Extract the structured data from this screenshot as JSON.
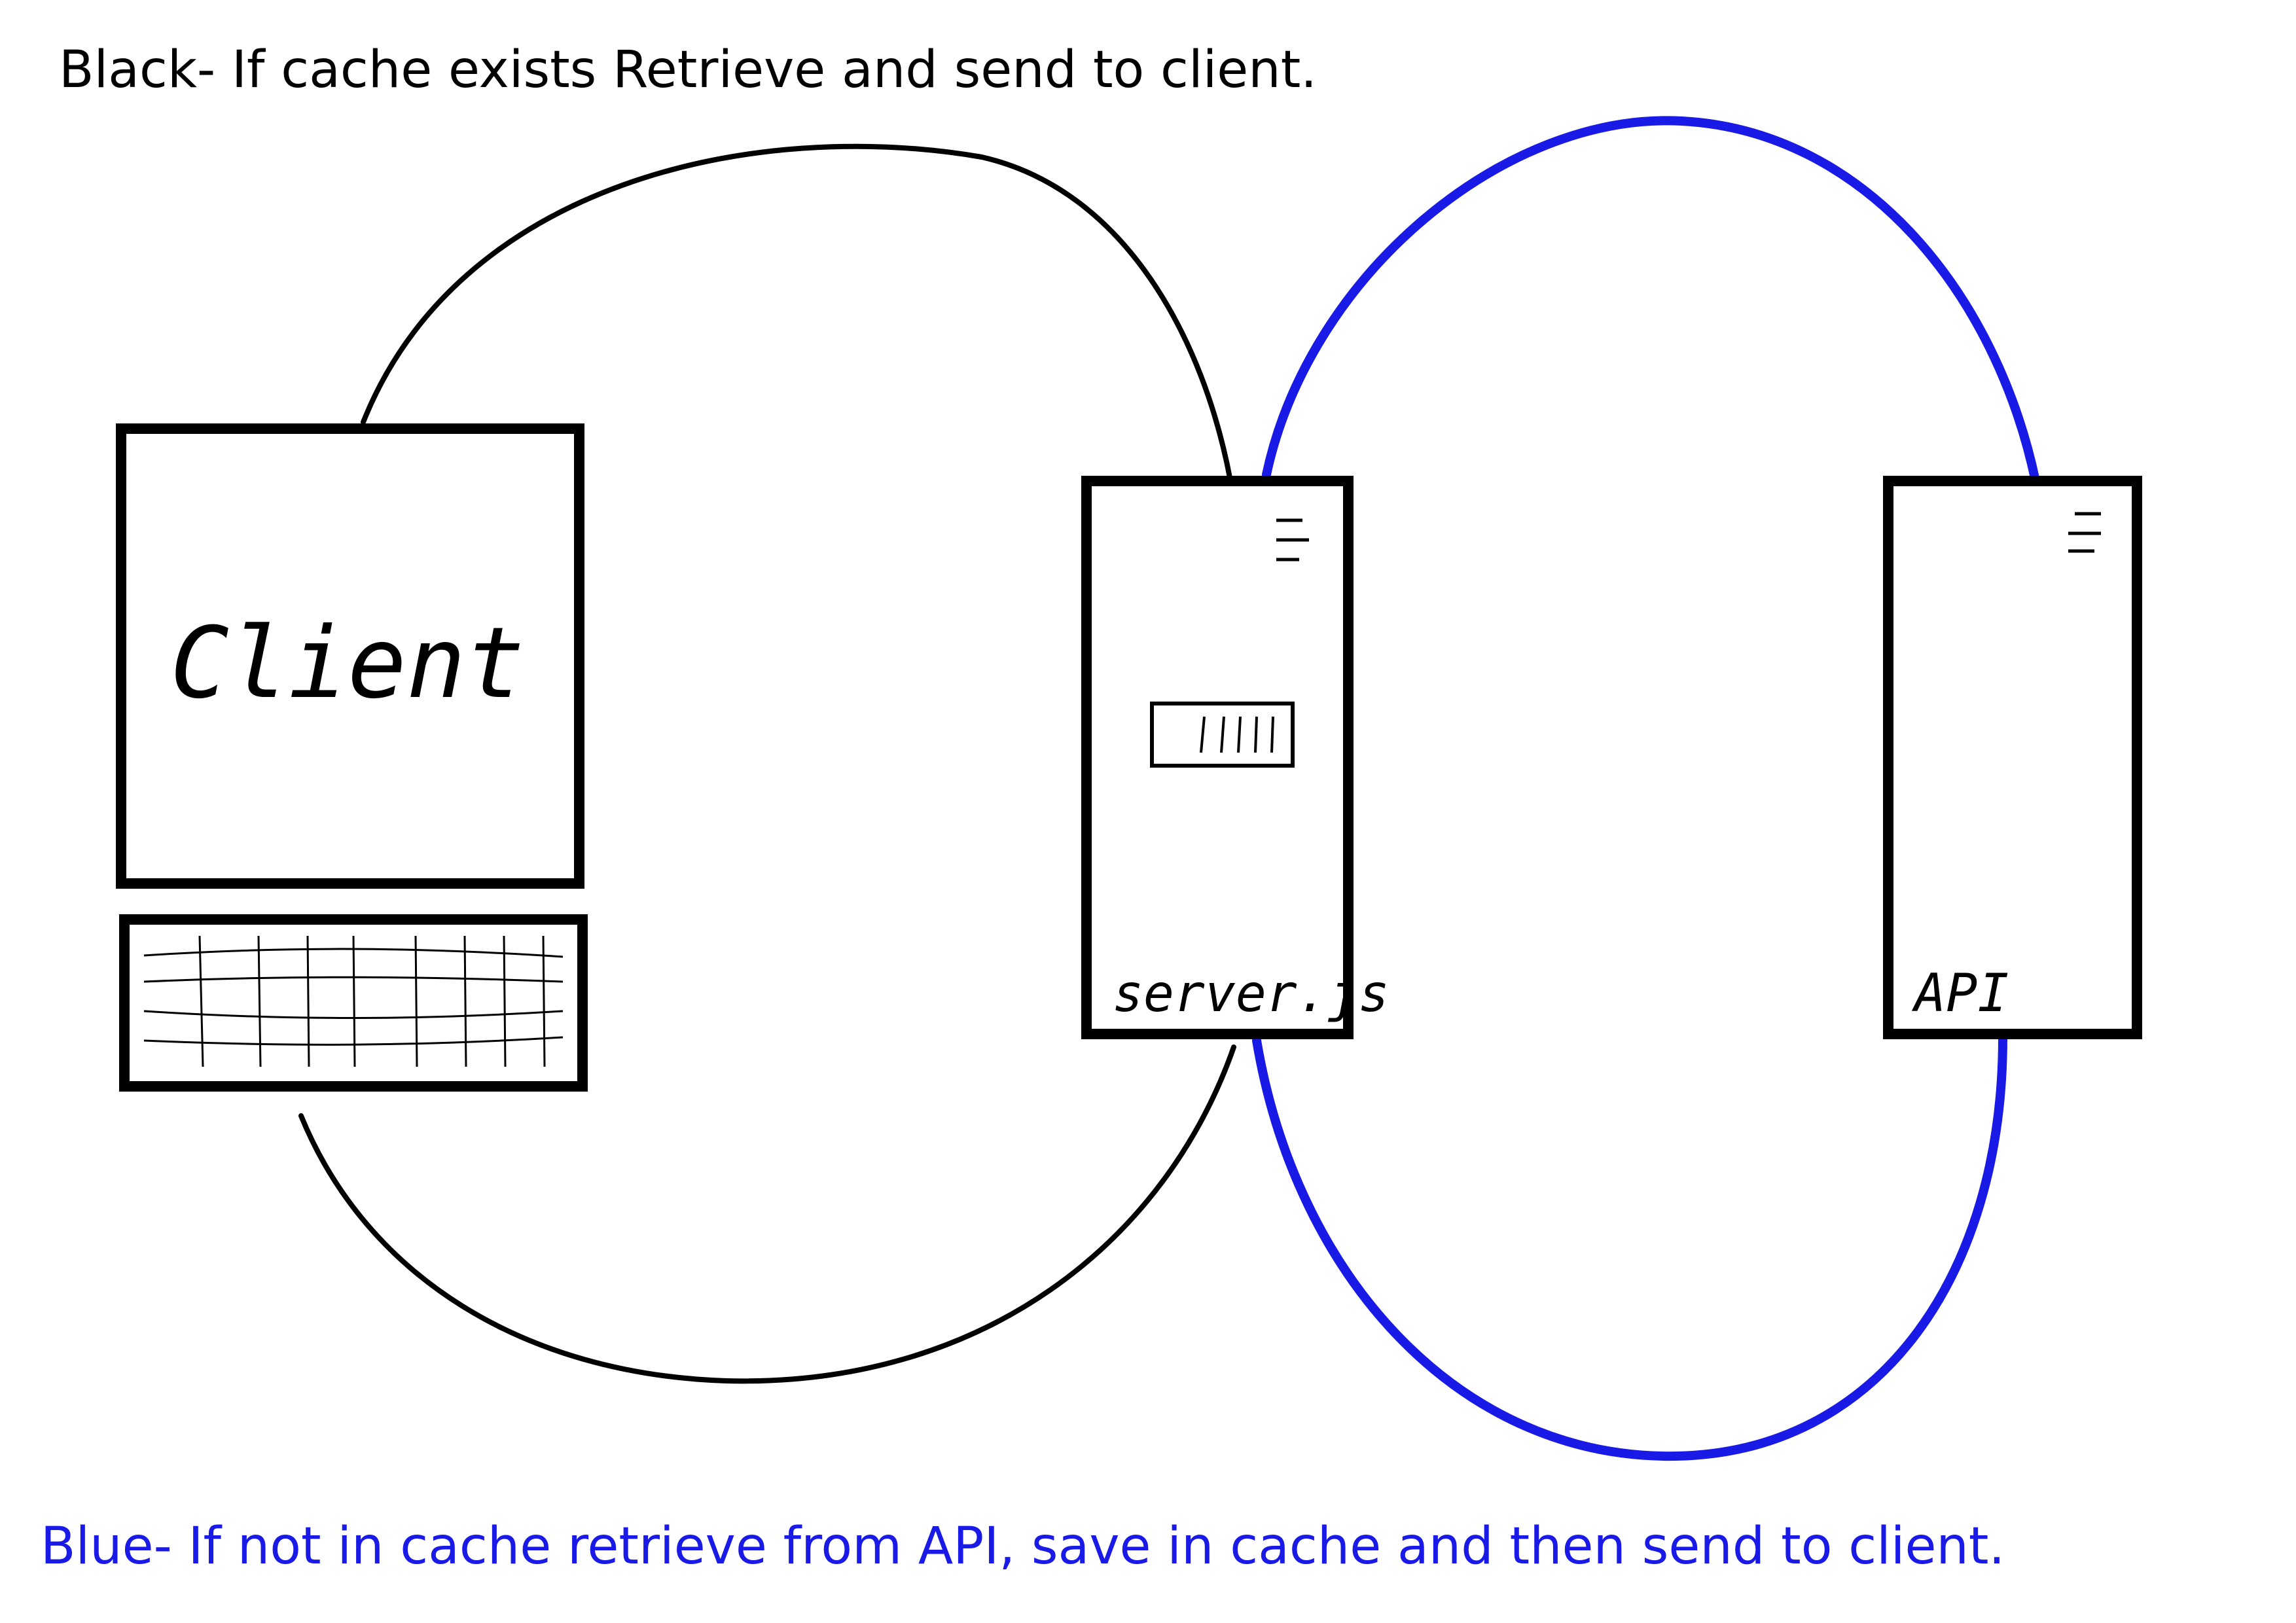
{
  "captions": {
    "black": "Black- If cache exists Retrieve and send to client.",
    "blue": "Blue- If not in cache retrieve from API, save in cache and then send to client."
  },
  "nodes": {
    "client": {
      "label": "Client",
      "icon": "computer-monitor-keyboard"
    },
    "server": {
      "label": "server.js",
      "icon": "server-tower"
    },
    "api": {
      "label": "API",
      "icon": "server-tower"
    }
  },
  "edges": [
    {
      "from": "client",
      "to": "server",
      "color": "#000000",
      "meaning": "black"
    },
    {
      "from": "server",
      "to": "api",
      "color": "#1a1ae6",
      "meaning": "blue"
    }
  ],
  "colors": {
    "black_path": "#000000",
    "blue_path": "#1a1ae6",
    "background": "#ffffff"
  }
}
